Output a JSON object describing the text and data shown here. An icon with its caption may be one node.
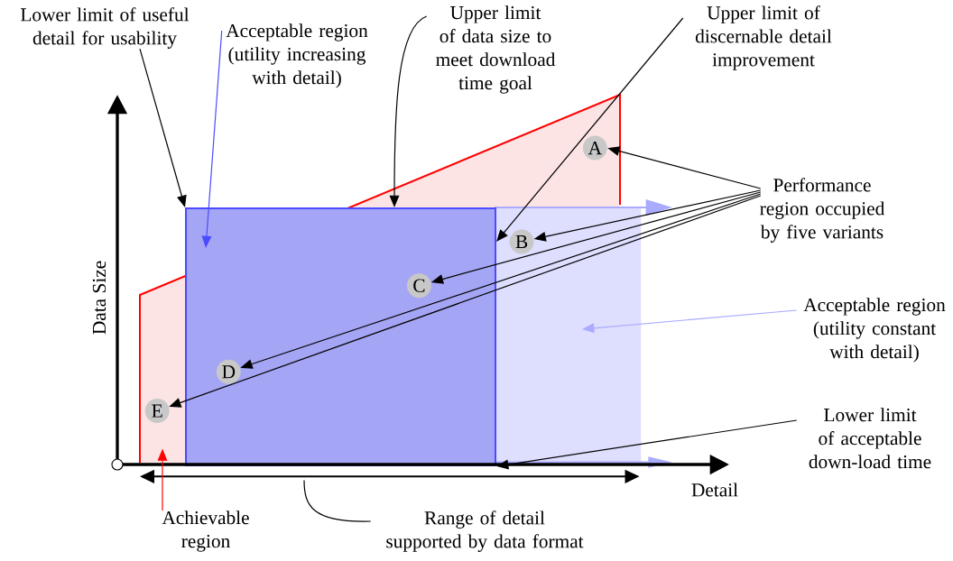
{
  "diagram": {
    "nodes": [
      {
        "text": [
          "Lower limit of useful detail for usability"
        ]
      },
      {
        "text": [
          "Acceptable region (utility increasing with detail)"
        ]
      },
      {
        "text": [
          "Upper limit of data size to meet download time goal"
        ]
      },
      {
        "text": [
          "Upper limit of discernable detail improvement"
        ]
      },
      {
        "text": [],
        "shape": "polygon"
      },
      {
        "text": [],
        "shape": "box"
      },
      {
        "text": [],
        "shape": "box"
      },
      {
        "text": [
          "A"
        ],
        "in": 4
      },
      {
        "text": [
          "Performance region occupied by five variants"
        ]
      },
      {
        "text": [
          "B"
        ],
        "in": 6
      },
      {
        "text": [
          "C"
        ],
        "in": 5
      },
      {
        "text": [
          "Acceptable region (utility constant with detail)"
        ]
      },
      {
        "text": [
          "D"
        ],
        "in": 5
      },
      {
        "text": [
          "E"
        ],
        "in": 4
      },
      {
        "text": [
          "Lower limit of acceptable down-load time"
        ]
      },
      {
        "text": [
          "Achievable region"
        ]
      },
      {
        "text": [
          "Range of detail supported by data format"
        ]
      },
      {
        "text": [],
        "shape": "double-arrow"
      }
    ],
    "edges": [
      {
        "from": 0,
        "to": 5,
        "arrow": "to"
      },
      {
        "from": 1,
        "to": 5,
        "arrow": "to",
        "color": "#4b4bff"
      },
      {
        "from": 2,
        "to": 5,
        "arrow": "to"
      },
      {
        "from": 3,
        "to": 5,
        "arrow": "to"
      },
      {
        "from": 8,
        "to": 7,
        "arrow": "to"
      },
      {
        "from": 8,
        "to": 9,
        "arrow": "to"
      },
      {
        "from": 8,
        "to": 10,
        "arrow": "to"
      },
      {
        "from": 8,
        "to": 12,
        "arrow": "to"
      },
      {
        "from": 8,
        "to": 13,
        "arrow": "to"
      },
      {
        "from": 11,
        "to": 6,
        "arrow": "to",
        "color": "#aaaaff"
      },
      {
        "from": 14,
        "to": 5,
        "arrow": "to"
      },
      {
        "from": 15,
        "to": 4,
        "arrow": "to",
        "color": "#ff0000"
      },
      {
        "from": 16,
        "to": 17,
        "arrow": "none"
      }
    ],
    "labels": [
      "Data Size",
      "Detail"
    ]
  }
}
